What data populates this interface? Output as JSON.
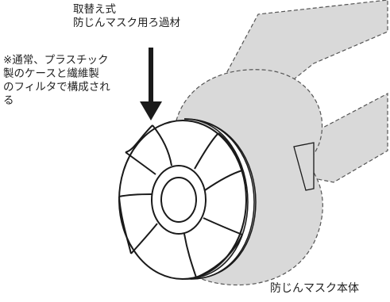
{
  "labels": {
    "filter_title": "取替え式\n防じんマスク用ろ過材",
    "note": "※通常、プラスチック\n製のケースと繊維製\nのフィルタで構成され\nる",
    "mask_body": "防じんマスク本体"
  },
  "colors": {
    "line": "#1a1a1a",
    "dashed_outline": "#555555",
    "mask_fill": "#d9d9d9",
    "filter_fill": "#ffffff"
  }
}
